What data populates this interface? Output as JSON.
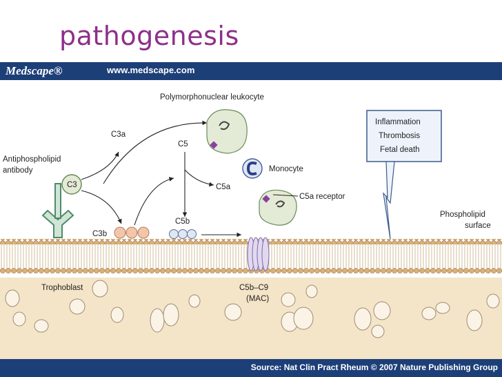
{
  "slide": {
    "title": "pathogenesis"
  },
  "header": {
    "brand": "Medscape®",
    "url": "www.medscape.com"
  },
  "footer": {
    "source": "Source: Nat Clin Pract Rheum © 2007 Nature Publishing Group"
  },
  "diagram": {
    "polymorphonuclear_label": "Polymorphonuclear leukocyte",
    "c3a": "C3a",
    "c5": "C5",
    "c5a": "C5a",
    "c3": "C3",
    "c3b": "C3b",
    "c5b": "C5b",
    "antibody_line1": "Antiphospholipid",
    "antibody_line2": "antibody",
    "monocyte": "Monocyte",
    "c5a_receptor": "C5a receptor",
    "effects": [
      "Inflammation",
      "Thrombosis",
      "Fetal death"
    ],
    "phospholipid_line1": "Phospholipid",
    "phospholipid_line2": "surface",
    "trophoblast": "Trophoblast",
    "mac_line1": "C5b–C9",
    "mac_line2": "(MAC)"
  },
  "colors": {
    "title": "#8e2f8a",
    "header_bar": "#1d3f78",
    "membrane_head": "#d9b27a",
    "cytoplasm": "#f3e2c4",
    "cell_fill": "#e3ead5",
    "receptor": "#7b3f98",
    "complement": "#f2c4a8"
  }
}
